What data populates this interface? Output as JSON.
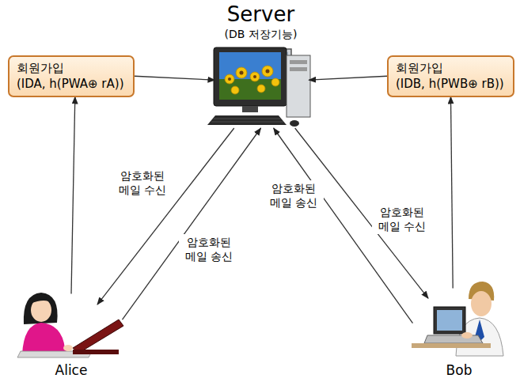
{
  "diagram": {
    "nodes": [
      {
        "text": [
          "Server",
          "(DB 저장기능)"
        ]
      },
      {
        "text": [
          "회원가입",
          "(IDA, h(PWA⊕ rA))"
        ]
      },
      {
        "text": [
          "회원가입",
          "(IDB, h(PWB⊕ rB))"
        ]
      },
      {
        "text": [
          "Alice"
        ]
      },
      {
        "text": [
          "Bob"
        ]
      }
    ],
    "edges": [
      {
        "from": 3,
        "to": 1,
        "arrow": "to"
      },
      {
        "from": 1,
        "to": 0,
        "arrow": "to"
      },
      {
        "from": 2,
        "to": 0,
        "arrow": "to"
      },
      {
        "from": 4,
        "to": 2,
        "arrow": "to"
      },
      {
        "from": 0,
        "to": 3,
        "label": "암호화된 메일 수신",
        "arrow": "to"
      },
      {
        "from": 3,
        "to": 0,
        "label": "암호화된 메일 송신",
        "arrow": "to"
      },
      {
        "from": 4,
        "to": 0,
        "label": "암호화된 메일 송신",
        "arrow": "to"
      },
      {
        "from": 0,
        "to": 4,
        "label": "암호화된 메일 수신",
        "arrow": "to"
      }
    ]
  }
}
